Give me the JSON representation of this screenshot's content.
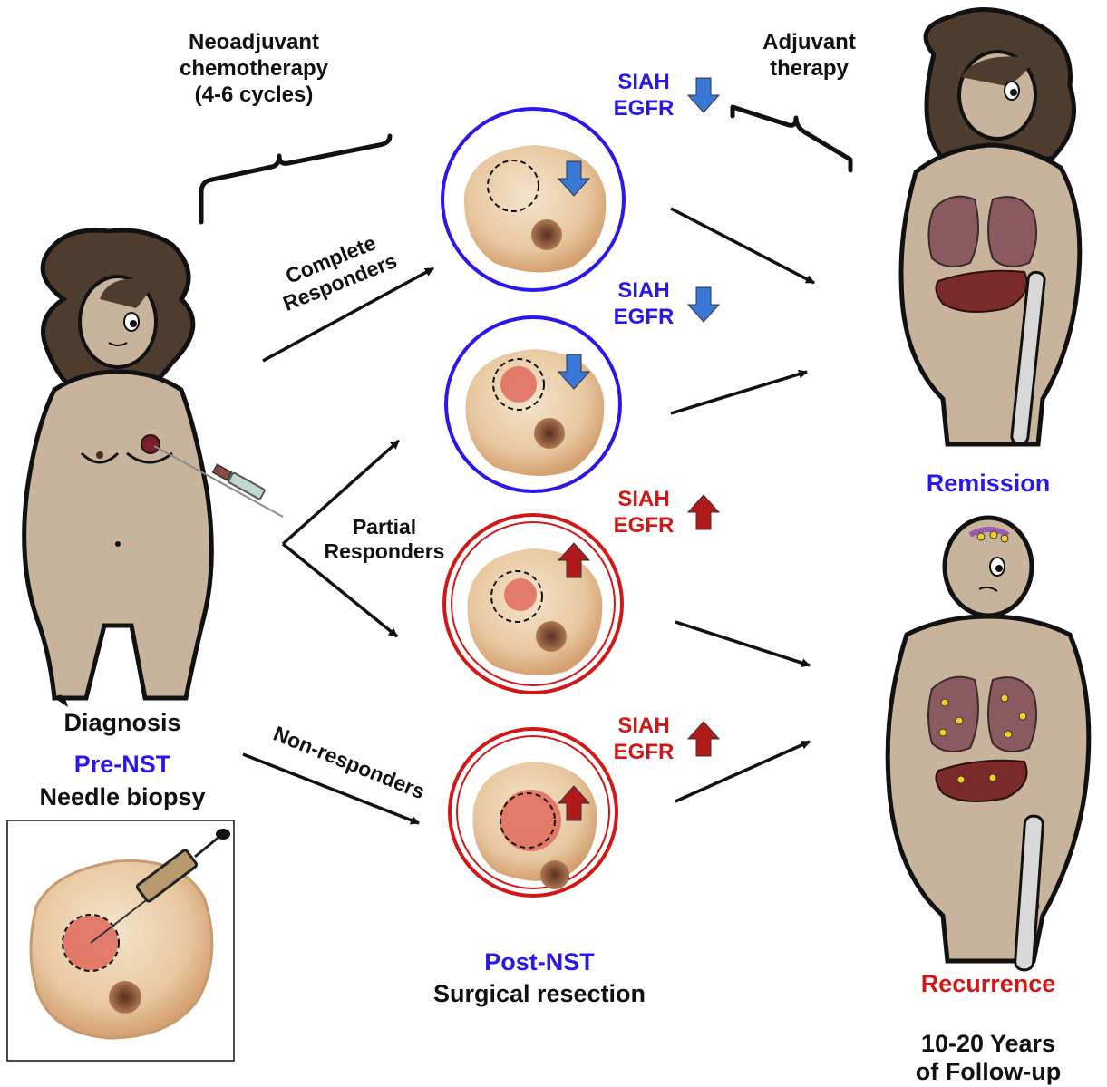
{
  "labels": {
    "neoadjuvant": "Neoadjuvant\nchemotherapy\n(4-6 cycles)",
    "adjuvant": "Adjuvant\ntherapy",
    "complete_responders": "Complete\nResponders",
    "partial_responders": "Partial\nResponders",
    "non_responders": "Non-responders",
    "diagnosis": "Diagnosis",
    "pre_nst": "Pre-NST",
    "needle_biopsy": "Needle biopsy",
    "post_nst": "Post-NST",
    "surgical_resection": "Surgical resection",
    "remission": "Remission",
    "recurrence": "Recurrence",
    "follow_up": "10-20 Years\nof Follow-up"
  },
  "markers": [
    {
      "text": "SIAH\nEGFR",
      "direction": "down",
      "color": "#2a18e8"
    },
    {
      "text": "SIAH\nEGFR",
      "direction": "down",
      "color": "#2a18e8"
    },
    {
      "text": "SIAH\nEGFR",
      "direction": "up",
      "color": "#d01818"
    },
    {
      "text": "SIAH\nEGFR",
      "direction": "up",
      "color": "#d01818"
    }
  ],
  "colors": {
    "response_blue": "#2a18e8",
    "response_red": "#d01818",
    "arrow_down_fill": "#3a78d8",
    "arrow_up_fill": "#b01a1a",
    "skin": "#c8b49c",
    "hair": "#4e3d2e",
    "tissue": "#e8c49a",
    "tumor": "#e06a5a"
  }
}
